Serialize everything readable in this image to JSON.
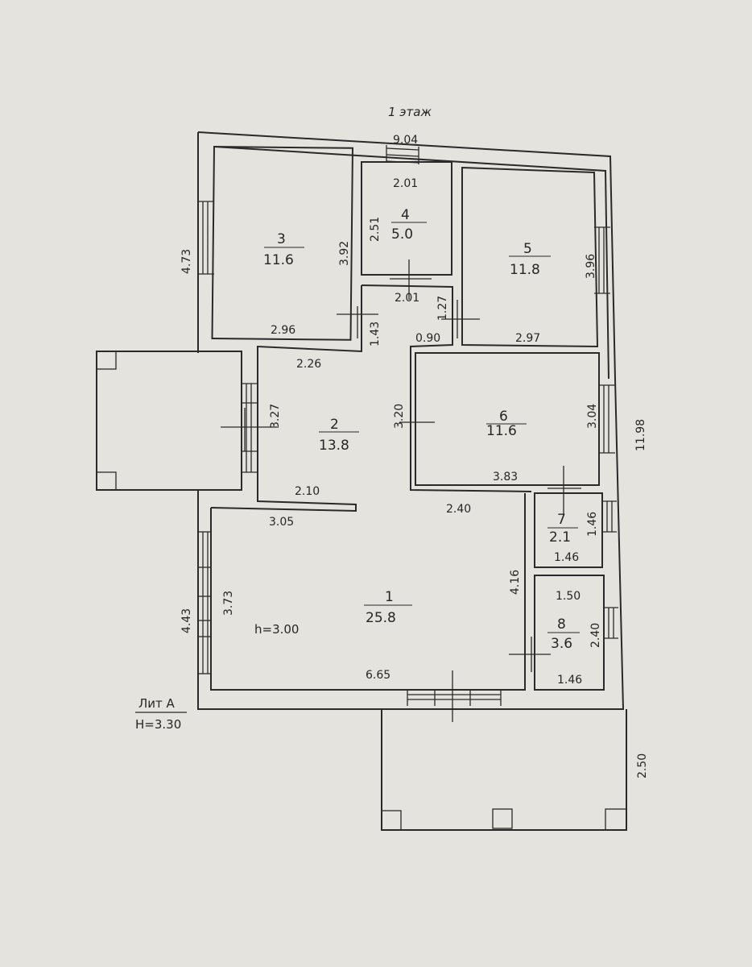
{
  "floor_title": "1 этаж",
  "lit": {
    "name": "Лит А",
    "height": "H=3.30"
  },
  "room1_height": "h=3.00",
  "rooms": [
    {
      "number": "1",
      "area": "25.8"
    },
    {
      "number": "2",
      "area": "13.8"
    },
    {
      "number": "3",
      "area": "11.6"
    },
    {
      "number": "4",
      "area": "5.0"
    },
    {
      "number": "5",
      "area": "11.8"
    },
    {
      "number": "6",
      "area": "11.6"
    },
    {
      "number": "7",
      "area": "2.1"
    },
    {
      "number": "8",
      "area": "3.6"
    }
  ],
  "dimensions": {
    "outer_top": "9.04",
    "outer_right": "11.98",
    "outer_left_upper": "4.73",
    "outer_left_lower": "4.43",
    "porch_depth": "2.50",
    "r3_right": "3.92",
    "r3_bottom": "2.96",
    "r4_top": "2.01",
    "r4_left": "2.51",
    "r4_bottom": "2.01",
    "r5_right": "3.96",
    "r5_bottom": "2.97",
    "r5_left_small": "1.27",
    "r2_top": "2.26",
    "r2_left": "3.27",
    "r2_bottom": "2.10",
    "r2_mid": "1.43",
    "r2_right_top": "0.90",
    "r6_left": "3.20",
    "r6_right": "3.04",
    "r6_bottom": "3.83",
    "r1_top_left": "3.05",
    "r1_top_right": "2.40",
    "r1_left": "3.73",
    "r1_right": "4.16",
    "r1_bottom": "6.65",
    "r7_right": "1.46",
    "r7_bottom": "1.46",
    "r8_top": "1.50",
    "r8_right": "2.40",
    "r8_bottom": "1.46"
  }
}
